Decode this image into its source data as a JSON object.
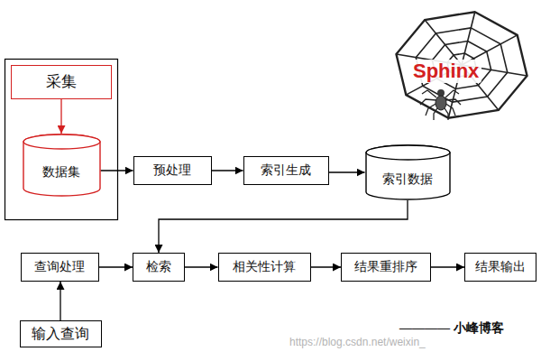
{
  "diagram": {
    "nodes": [
      {
        "text": [
          "采集"
        ]
      },
      {
        "text": [
          "数据集"
        ]
      },
      {
        "text": [
          "预处理"
        ]
      },
      {
        "text": [
          "索引生成"
        ]
      },
      {
        "text": [
          "索引数据"
        ]
      },
      {
        "text": [
          "查询处理"
        ]
      },
      {
        "text": [
          "检索"
        ]
      },
      {
        "text": [
          "相关性计算"
        ]
      },
      {
        "text": [
          "结果重排序"
        ]
      },
      {
        "text": [
          "结果输出"
        ]
      },
      {
        "text": [
          "输入查询"
        ]
      }
    ],
    "edges": [
      {
        "from": 0,
        "to": 1,
        "arrow": "to"
      },
      {
        "from": 1,
        "to": 2,
        "arrow": "to"
      },
      {
        "from": 2,
        "to": 3,
        "arrow": "to"
      },
      {
        "from": 3,
        "to": 4,
        "arrow": "to"
      },
      {
        "from": 4,
        "to": 6,
        "arrow": "to"
      },
      {
        "from": 5,
        "to": 6,
        "arrow": "to"
      },
      {
        "from": 6,
        "to": 7,
        "arrow": "to"
      },
      {
        "from": 7,
        "to": 8,
        "arrow": "to"
      },
      {
        "from": 8,
        "to": 9,
        "arrow": "to"
      },
      {
        "from": 10,
        "to": 5,
        "arrow": "to"
      }
    ],
    "labels": [
      "Sphinx",
      "———— 小峰博客",
      "https://blog.csdn.net/weixin_"
    ]
  }
}
